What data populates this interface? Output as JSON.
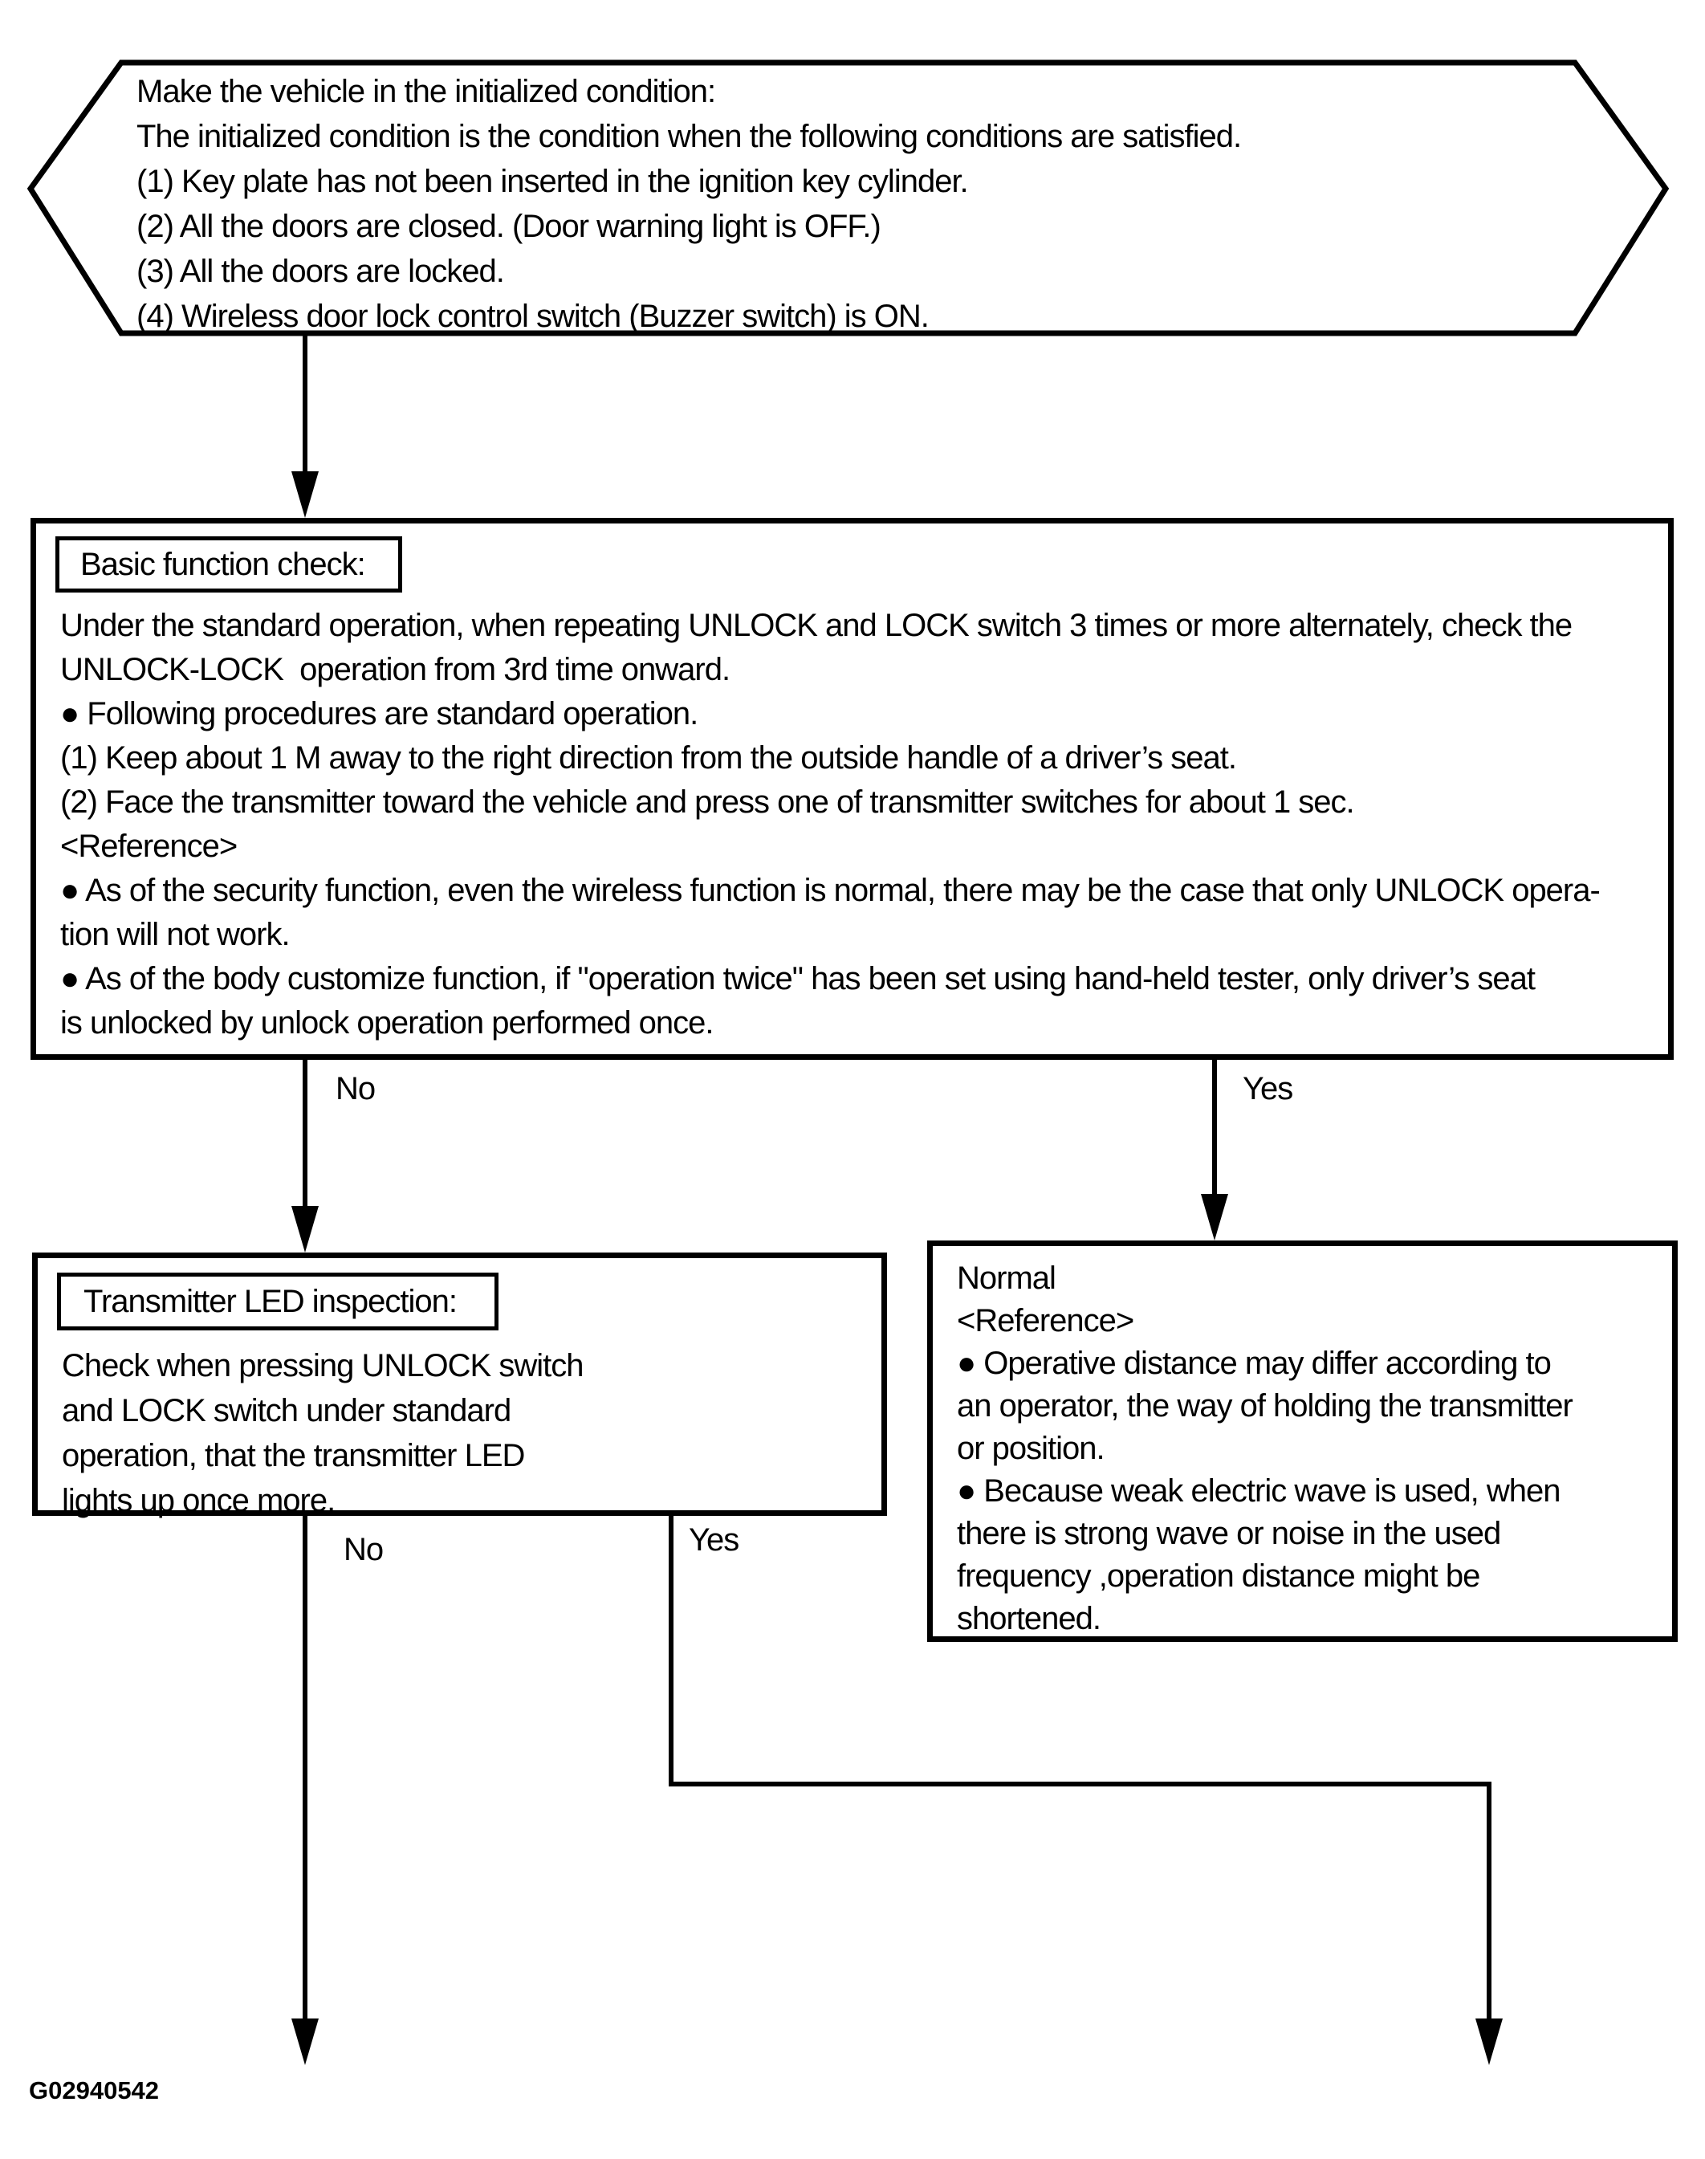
{
  "colors": {
    "ink": "#000000",
    "paper": "#ffffff"
  },
  "hexagon": {
    "lines": [
      "Make the vehicle in the initialized condition:",
      "The initialized condition is the condition when the following conditions are satisfied.",
      "(1) Key plate has not been inserted in the ignition key cylinder.",
      "(2) All the doors are closed. (Door warning light is OFF.)",
      "(3) All the doors are locked.",
      "(4) Wireless door lock control switch (Buzzer switch) is ON."
    ]
  },
  "basic_box": {
    "title": "Basic function check:",
    "lines": [
      "Under the standard operation, when repeating UNLOCK and LOCK switch 3 times or more alternately, check the",
      "UNLOCK-LOCK  operation from 3rd time onward.",
      "● Following procedures are standard operation.",
      "(1) Keep about 1 M away to the right direction from the outside handle of a driver’s seat.",
      "(2) Face the transmitter toward the vehicle and press one of transmitter switches for about 1 sec.",
      "<Reference>",
      "● As of the security function, even the wireless function is normal, there may be the case that only UNLOCK opera-",
      "tion will not work.",
      "● As of the body customize function, if \"operation twice\" has been set using hand-held tester, only driver’s seat",
      "is unlocked by unlock operation performed once."
    ],
    "no_label": "No",
    "yes_label": "Yes"
  },
  "led_box": {
    "title": "Transmitter LED inspection:",
    "lines": [
      "Check when pressing UNLOCK switch",
      "and LOCK switch under standard",
      "operation, that the transmitter LED",
      "lights up once more."
    ],
    "no_label": "No",
    "yes_label": "Yes"
  },
  "normal_box": {
    "lines": [
      "Normal",
      "<Reference>",
      "● Operative distance may differ according to",
      "an operator, the way of holding the transmitter",
      "or position.",
      "● Because weak electric wave is used, when",
      "there is strong wave or noise in the used",
      "frequency ,operation distance might be",
      "shortened."
    ]
  },
  "figure_id": "G02940542"
}
